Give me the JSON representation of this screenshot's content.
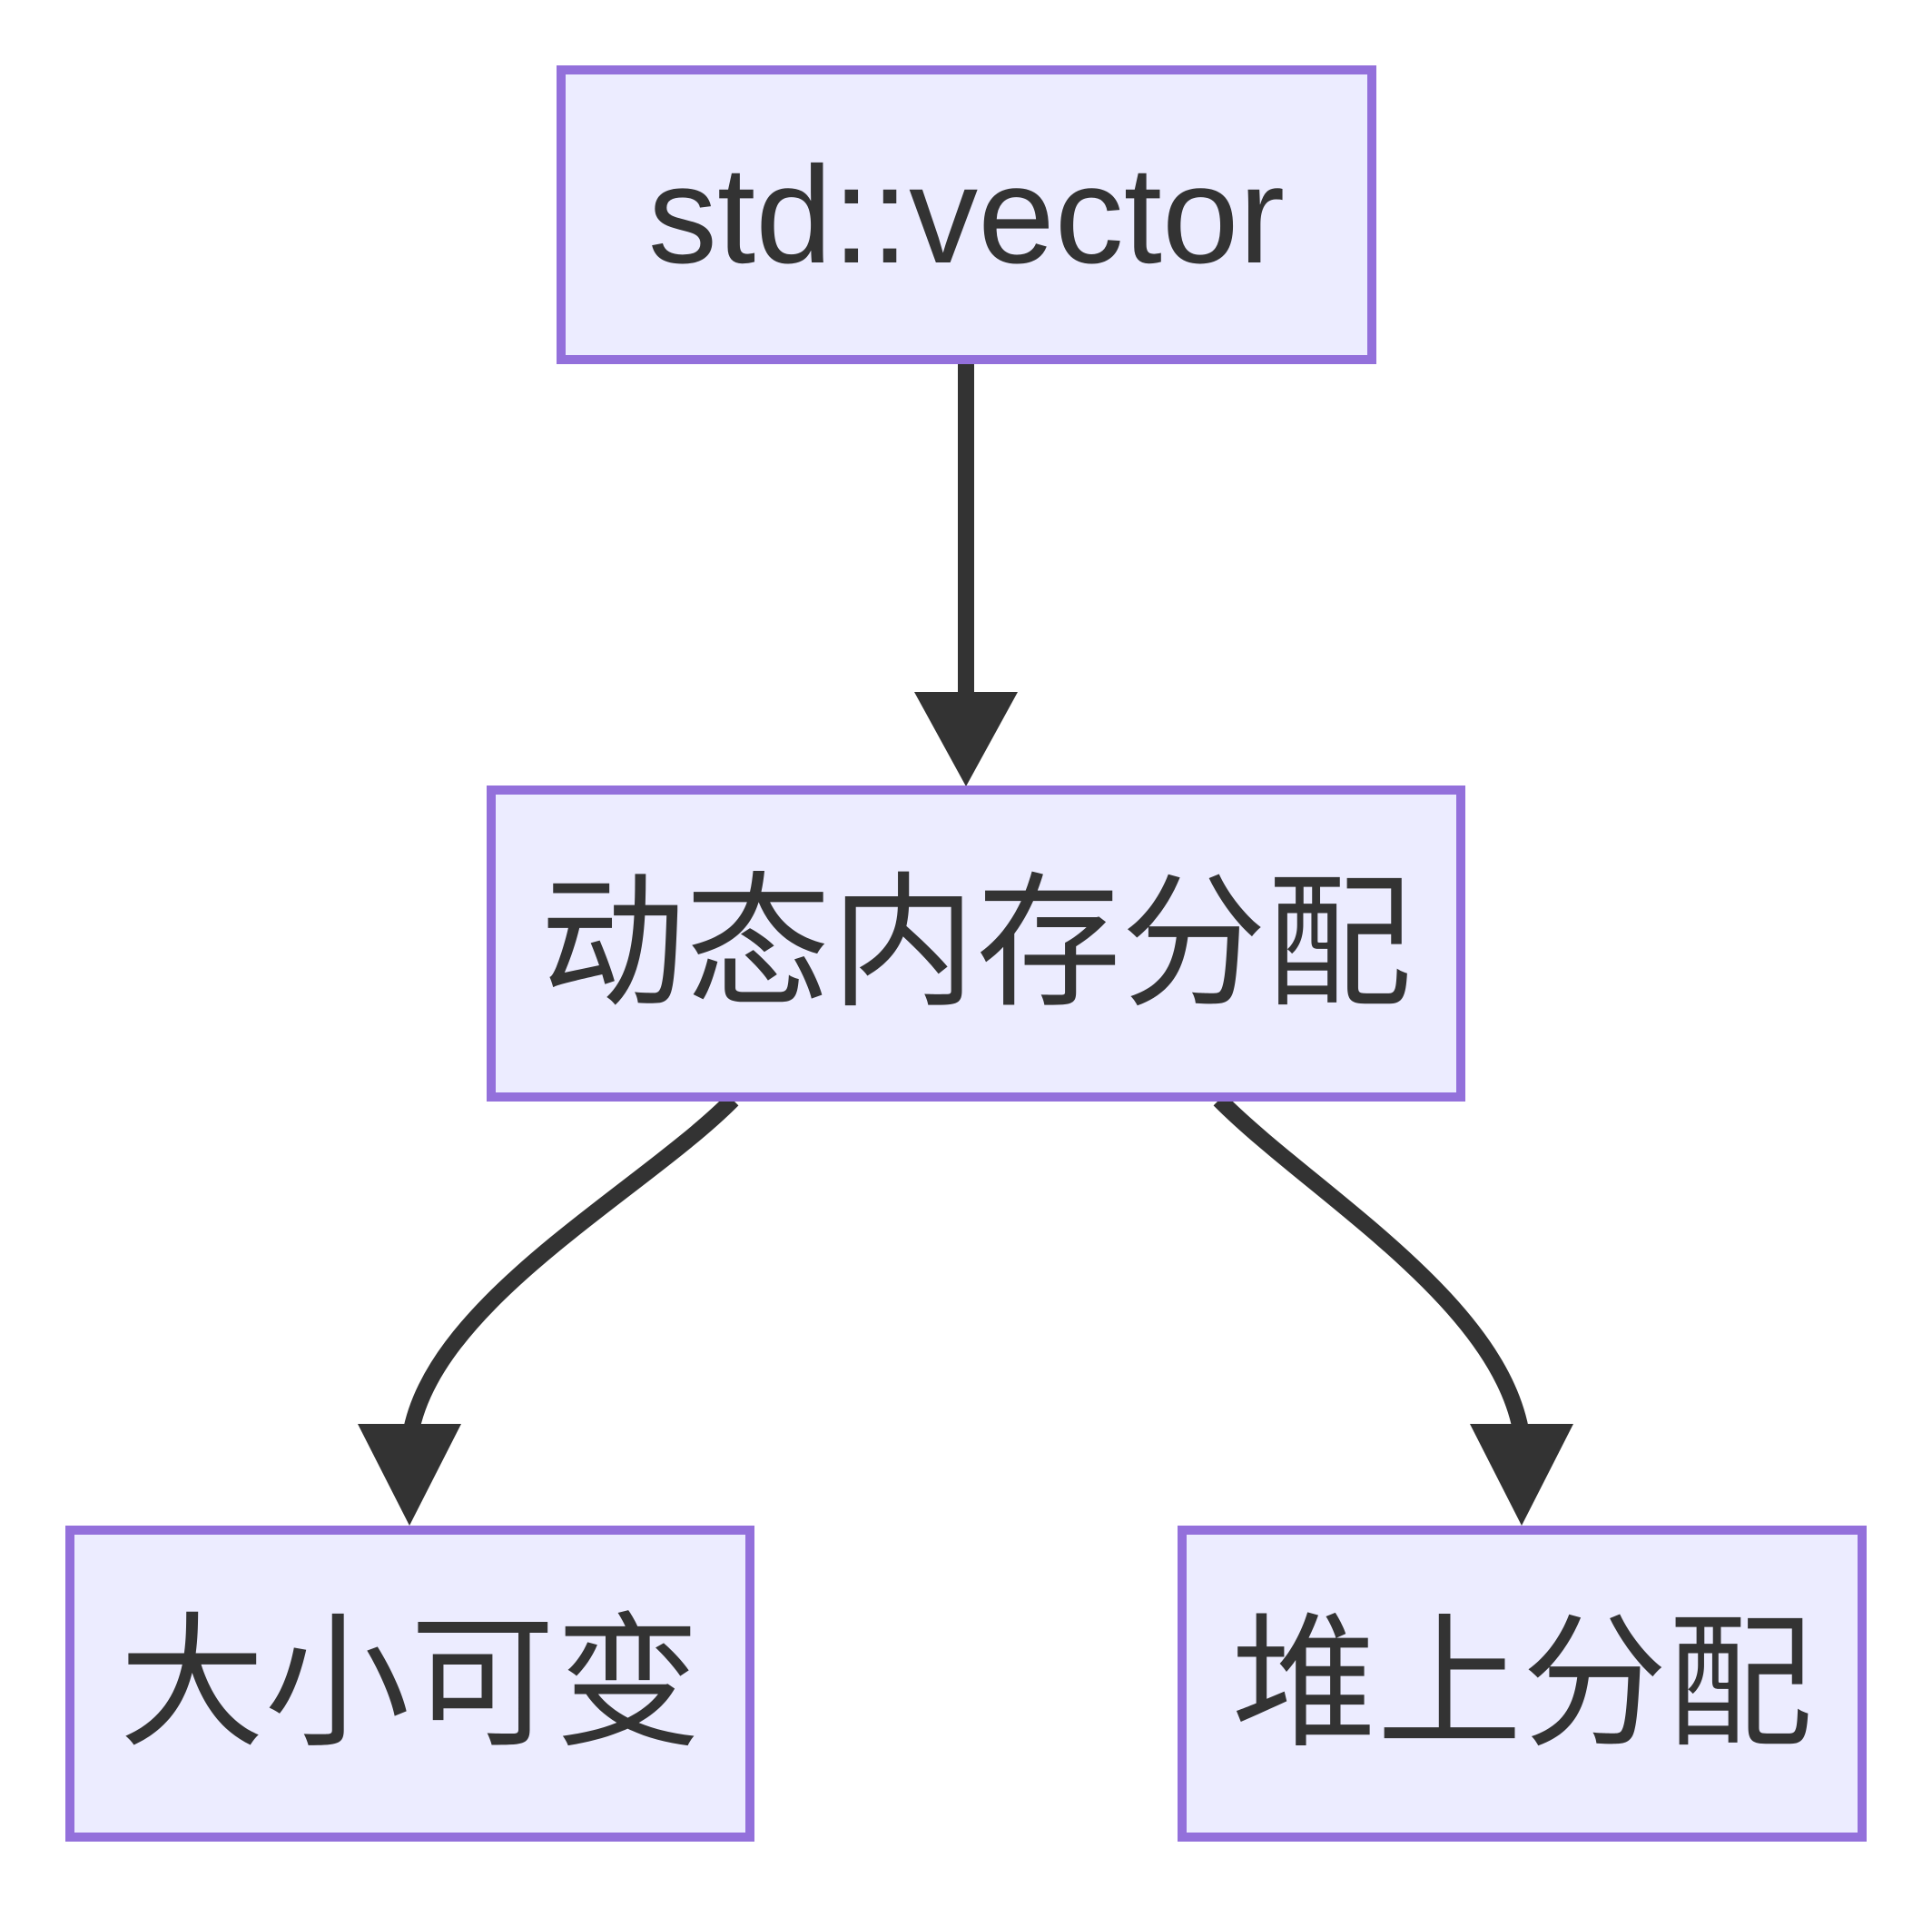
{
  "diagram": {
    "type": "flowchart",
    "direction": "top-down",
    "nodes": [
      {
        "id": "root",
        "label": "std::vector"
      },
      {
        "id": "dynamic-mem",
        "label": "动态内存分配"
      },
      {
        "id": "resizable",
        "label": "大小可变"
      },
      {
        "id": "heap-alloc",
        "label": "堆上分配"
      }
    ],
    "edges": [
      {
        "from": "std::vector",
        "to": "动态内存分配"
      },
      {
        "from": "动态内存分配",
        "to": "大小可变"
      },
      {
        "from": "动态内存分配",
        "to": "堆上分配"
      }
    ],
    "colors": {
      "node_fill": "#ECECFF",
      "node_border": "#9370DB",
      "edge": "#333333",
      "text": "#333333",
      "background": "#FFFFFF"
    }
  }
}
